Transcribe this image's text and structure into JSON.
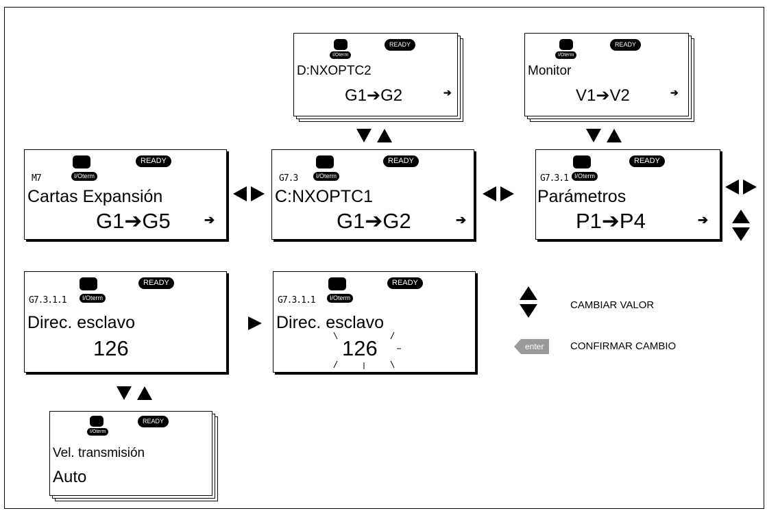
{
  "indicators": {
    "ready": "READY",
    "ioterm": "I/Oterm"
  },
  "panels": {
    "nxoptc2": {
      "line1": "D:NXOPTC2",
      "line2": "G1➔G2"
    },
    "monitor": {
      "line1": "Monitor",
      "line2": "V1➔V2"
    },
    "expansion": {
      "code": "M7",
      "line1": "Cartas Expansión",
      "line2": "G1➔G5"
    },
    "nxoptc1": {
      "code": "G7.3",
      "line1": "C:NXOPTC1",
      "line2": "G1➔G2"
    },
    "parameters": {
      "code": "G7.3.1",
      "line1": "Parámetros",
      "line2": "P1➔P4"
    },
    "slave": {
      "code": "G7.3.1.1",
      "line1": "Direc. esclavo",
      "line2": "126"
    },
    "slave_edit": {
      "code": "G7.3.1.1",
      "line1": "Direc. esclavo",
      "line2": "126"
    },
    "baud": {
      "line1": "Vel. transmisión",
      "line2": "Auto"
    }
  },
  "legend": {
    "change_value": "CAMBIAR VALOR",
    "enter_key": "enter",
    "confirm_change": "CONFIRMAR CAMBIO"
  }
}
